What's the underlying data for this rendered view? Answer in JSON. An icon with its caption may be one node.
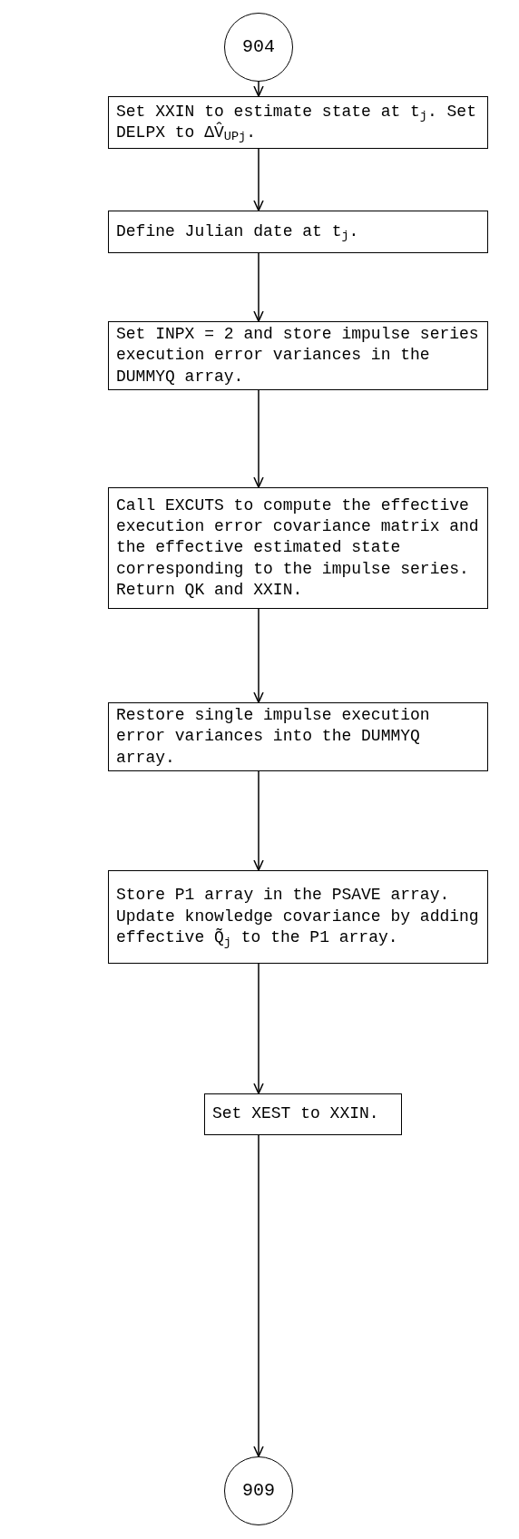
{
  "diagram": {
    "nodes": [
      {
        "text": [
          "904"
        ]
      },
      {
        "text": [
          "Set XXIN to estimate state at t$_{j}$. Set DELPX to ΔV̂$_{UPj}$."
        ]
      },
      {
        "text": [
          "Define Julian date at t$_{j}$."
        ]
      },
      {
        "text": [
          "Set INPX = 2 and store impulse series execution error variances in the DUMMYQ array."
        ]
      },
      {
        "text": [
          "Call EXCUTS to compute the effective execution error covariance matrix and the effective estimated state corresponding to the impulse series. Return QK and XXIN."
        ]
      },
      {
        "text": [
          "Restore single impulse execution error variances into the DUMMYQ array."
        ]
      },
      {
        "text": [
          "Store P1 array in the PSAVE array. Update knowledge covariance by adding effective Q̃$_{j}$ to the P1 array."
        ]
      },
      {
        "text": [
          "Set XEST to XXIN."
        ]
      },
      {
        "text": [
          "909"
        ]
      }
    ],
    "edges": [
      {
        "from": 0,
        "to": 1,
        "arrow": "to"
      },
      {
        "from": 1,
        "to": 2,
        "arrow": "to"
      },
      {
        "from": 2,
        "to": 3,
        "arrow": "to"
      },
      {
        "from": 3,
        "to": 4,
        "arrow": "to"
      },
      {
        "from": 4,
        "to": 5,
        "arrow": "to"
      },
      {
        "from": 5,
        "to": 6,
        "arrow": "to"
      },
      {
        "from": 6,
        "to": 7,
        "arrow": "to"
      },
      {
        "from": 7,
        "to": 8,
        "arrow": "to"
      }
    ]
  }
}
